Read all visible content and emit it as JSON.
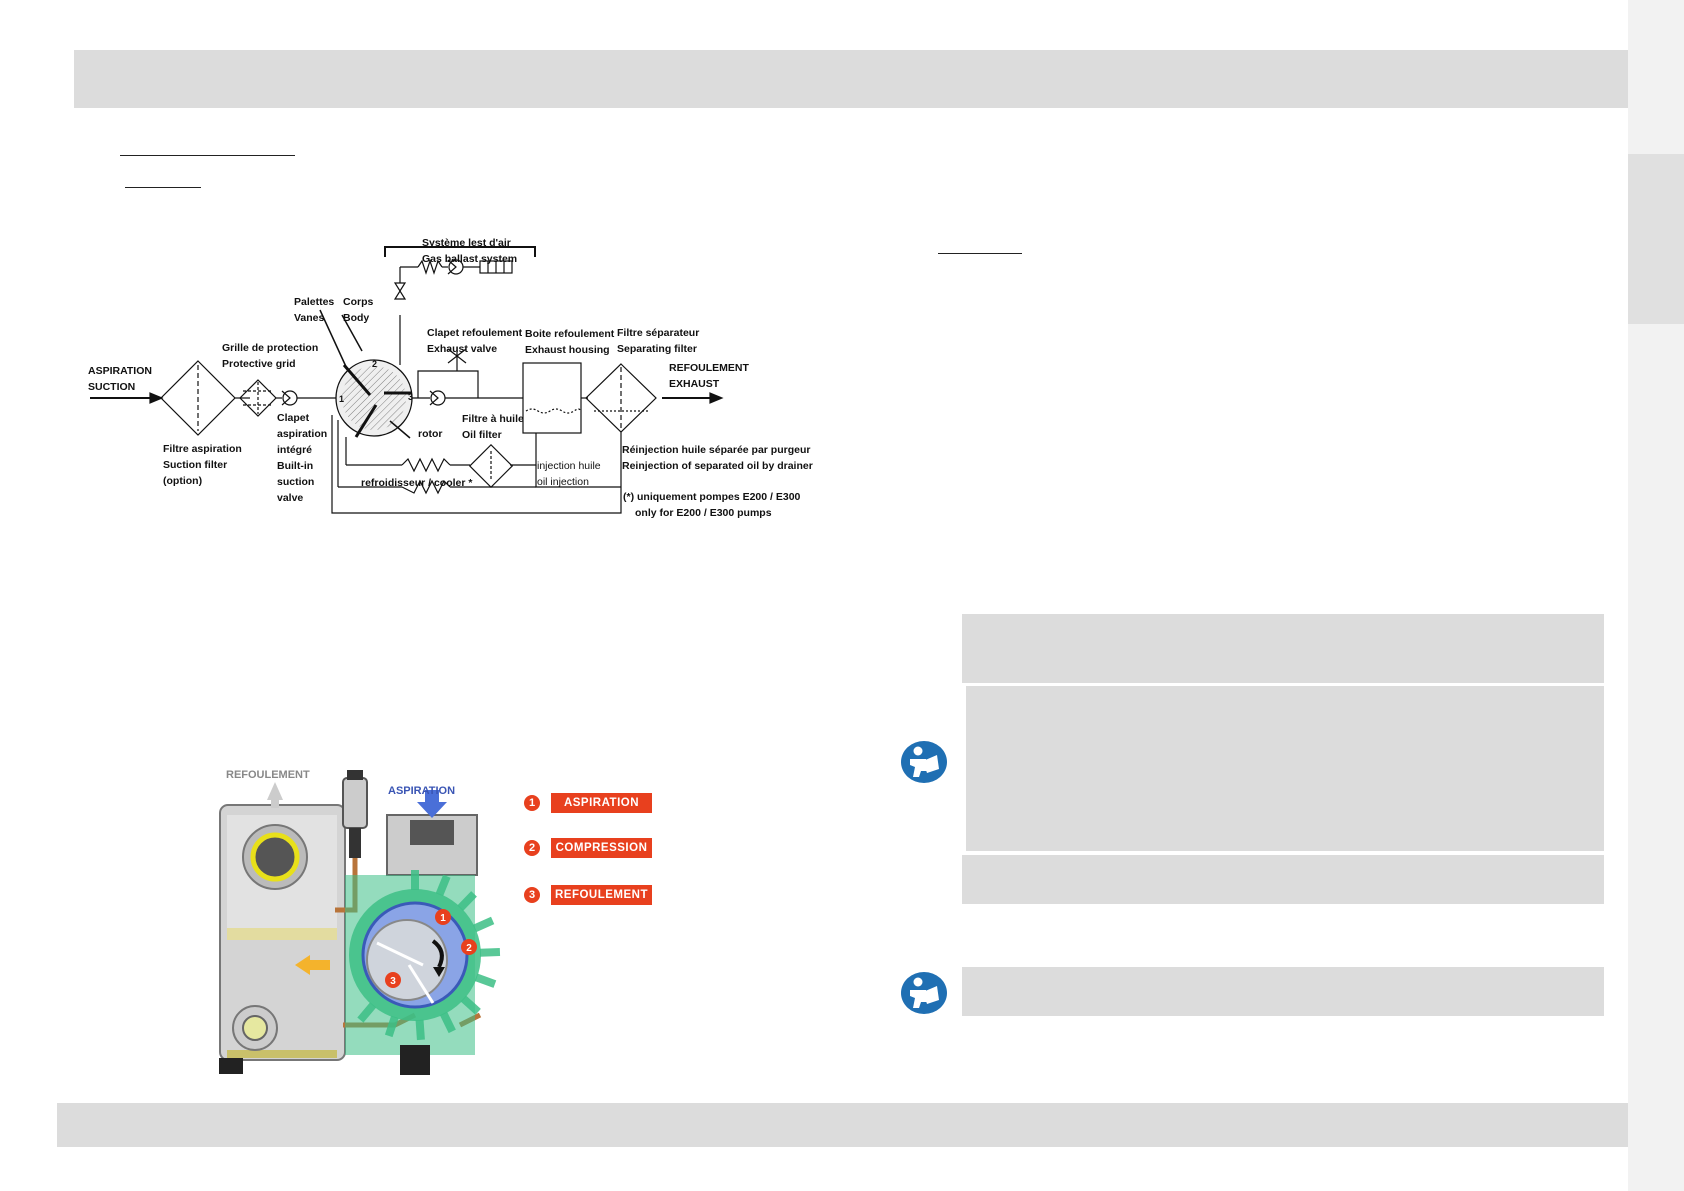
{
  "schematic": {
    "gas_ballast": [
      "Système lest d'air",
      "Gas ballast system"
    ],
    "vanes": [
      "Palettes",
      "Vanes"
    ],
    "body": [
      "Corps",
      "Body"
    ],
    "protective_grid": [
      "Grille de protection",
      "Protective grid"
    ],
    "exhaust_valve": [
      "Clapet refoulement",
      "Exhaust valve"
    ],
    "exhaust_housing": [
      "Boite refoulement",
      "Exhaust housing"
    ],
    "separating_filter": [
      "Filtre séparateur",
      "Separating filter"
    ],
    "suction": [
      "ASPIRATION",
      "SUCTION"
    ],
    "exhaust": [
      "REFOULEMENT",
      "EXHAUST"
    ],
    "suction_valve": [
      "Clapet",
      "aspiration",
      "intégré",
      "Built-in",
      "suction",
      "valve"
    ],
    "rotor": "rotor",
    "oil_filter": [
      "Filtre à huile",
      "Oil filter"
    ],
    "suction_filter": [
      "Filtre aspiration",
      "Suction filter",
      "(option)"
    ],
    "reinjection": [
      "Réinjection huile séparée par purgeur",
      "Reinjection of separated oil by drainer"
    ],
    "oil_injection": [
      "injection huile",
      "oil injection"
    ],
    "cooler": "refroidisseur  /  cooler *",
    "footnote": [
      "(*) uniquement pompes E200 / E300",
      "only for E200 / E300 pumps"
    ],
    "chamber_numbers": [
      "1",
      "2",
      "3"
    ]
  },
  "illustration": {
    "refoulement_label": "REFOULEMENT",
    "aspiration_label": "ASPIRATION",
    "legend": [
      {
        "num": "1",
        "label": "ASPIRATION"
      },
      {
        "num": "2",
        "label": "COMPRESSION"
      },
      {
        "num": "3",
        "label": "REFOULEMENT"
      }
    ],
    "colors": {
      "legend_red": "#e8401e",
      "housing_green": "#3dbf86",
      "casing_grey": "#cfcfcf"
    }
  },
  "icons": [
    "read-manual-icon",
    "read-manual-icon"
  ]
}
